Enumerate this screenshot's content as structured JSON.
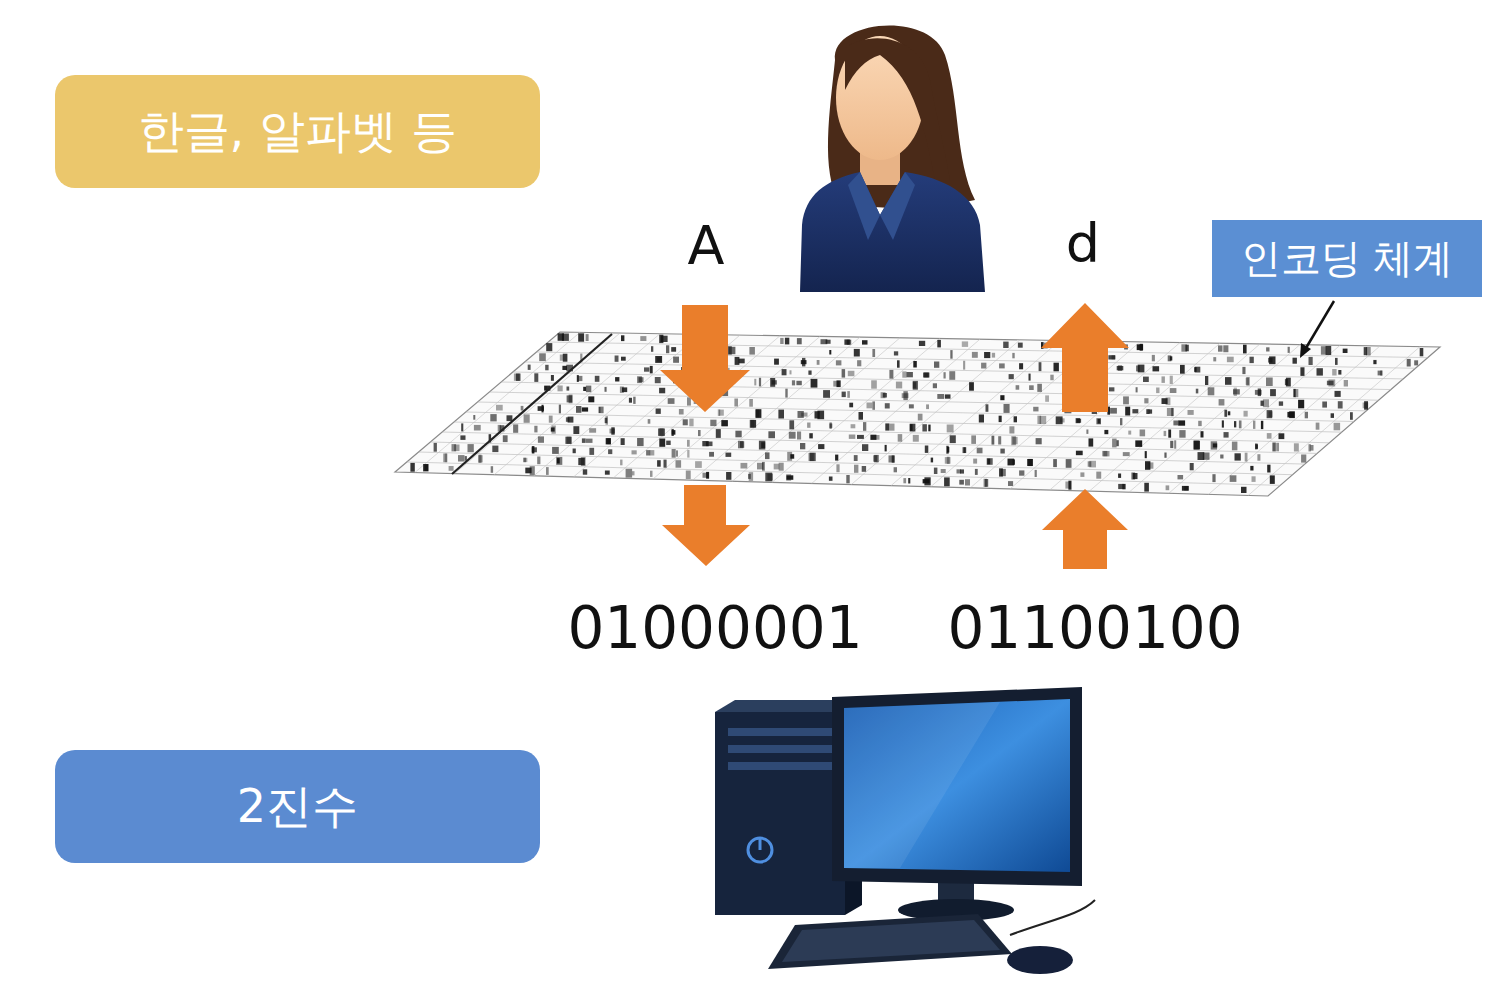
{
  "diagram": {
    "nodes": [
      {
        "text": [
          "한글, 알파벳 등"
        ]
      },
      {
        "text": [
          "2진수"
        ]
      },
      {
        "text": [
          "인코딩 체계"
        ]
      }
    ],
    "labels": [
      "A",
      "d",
      "01000001",
      "01100100"
    ]
  }
}
